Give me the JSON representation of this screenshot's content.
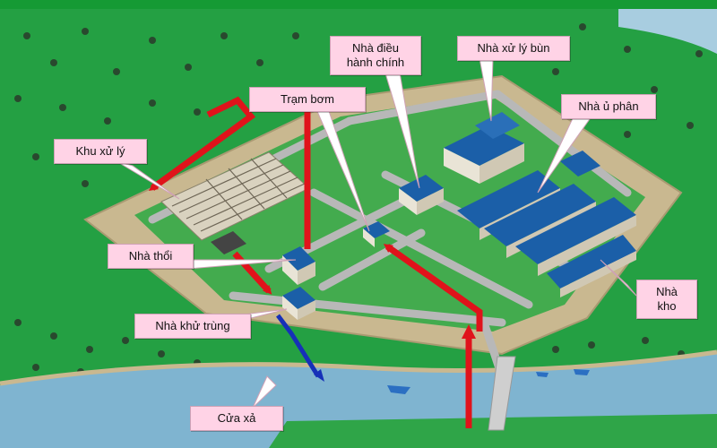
{
  "labels": {
    "tram_bom": "Trạm bơm",
    "nha_dieu_hanh": "Nhà điều\nhành chính",
    "nha_xu_ly_bun": "Nhà xử lý bùn",
    "nha_u_phan": "Nhà ủ phân",
    "khu_xu_ly": "Khu xử lý",
    "nha_thoi": "Nhà thổi",
    "nha_khu_trung": "Nhà khử trùng",
    "cua_xa": "Cửa xả",
    "nha_kho": "Nhà\nkho"
  },
  "colors": {
    "grass": "#1f9a3a",
    "site": "#c9b890",
    "road": "#b8b8b8",
    "roof": "#1b5fa8",
    "river": "#7fb4d0",
    "inflow_arrow": "#e0131b",
    "outflow_arrow": "#1630b8",
    "label_bg": "#ffd3e6"
  }
}
